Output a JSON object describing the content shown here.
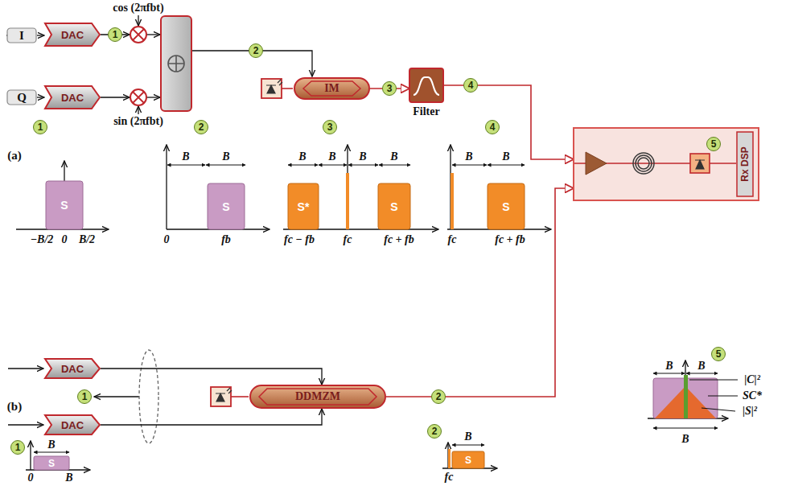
{
  "diagram": {
    "nodes": [
      {
        "text": [
          "I"
        ]
      },
      {
        "text": [
          "DAC"
        ]
      },
      {
        "text": [
          "Q"
        ]
      },
      {
        "text": [
          "DAC"
        ]
      },
      {
        "text": [
          "IM"
        ]
      },
      {
        "text": [
          "Filter"
        ]
      },
      {
        "text": [
          "5"
        ]
      },
      {
        "text": [
          "Rx DSP"
        ],
        "in": 6
      },
      {
        "text": [
          "DAC"
        ]
      },
      {
        "text": [
          "DAC"
        ]
      },
      {
        "text": [
          "DDMZM"
        ]
      }
    ],
    "edges": [
      {
        "from": 0,
        "to": 1,
        "arrow": "to"
      },
      {
        "from": 2,
        "to": 3,
        "arrow": "to"
      },
      {
        "from": 4,
        "to": 5,
        "arrow": "to"
      },
      {
        "from": 5,
        "to": 6,
        "arrow": "to"
      },
      {
        "from": 8,
        "to": 10,
        "arrow": "to"
      },
      {
        "from": 9,
        "to": 10,
        "arrow": "to"
      },
      {
        "from": 10,
        "to": 6,
        "arrow": "to"
      }
    ],
    "labels": [
      "cos (2πfbt)",
      "sin (2πfbt)",
      "1",
      "2",
      "3",
      "4",
      "(a)",
      "1",
      "S",
      "−B/2",
      "0",
      "B/2",
      "2",
      "B",
      "B",
      "S",
      "0",
      "fb",
      "3",
      "B",
      "B",
      "B",
      "B",
      "S*",
      "S",
      "fc − fb",
      "fc",
      "fc + fb",
      "4",
      "B",
      "B",
      "S",
      "fc",
      "fc + fb",
      "1",
      "2",
      "(b)",
      "1",
      "B",
      "S",
      "0",
      "B",
      "2",
      "B",
      "S",
      "fc",
      "5",
      "B",
      "B",
      "|C|²",
      "SC*",
      "|S|²",
      "B"
    ]
  }
}
